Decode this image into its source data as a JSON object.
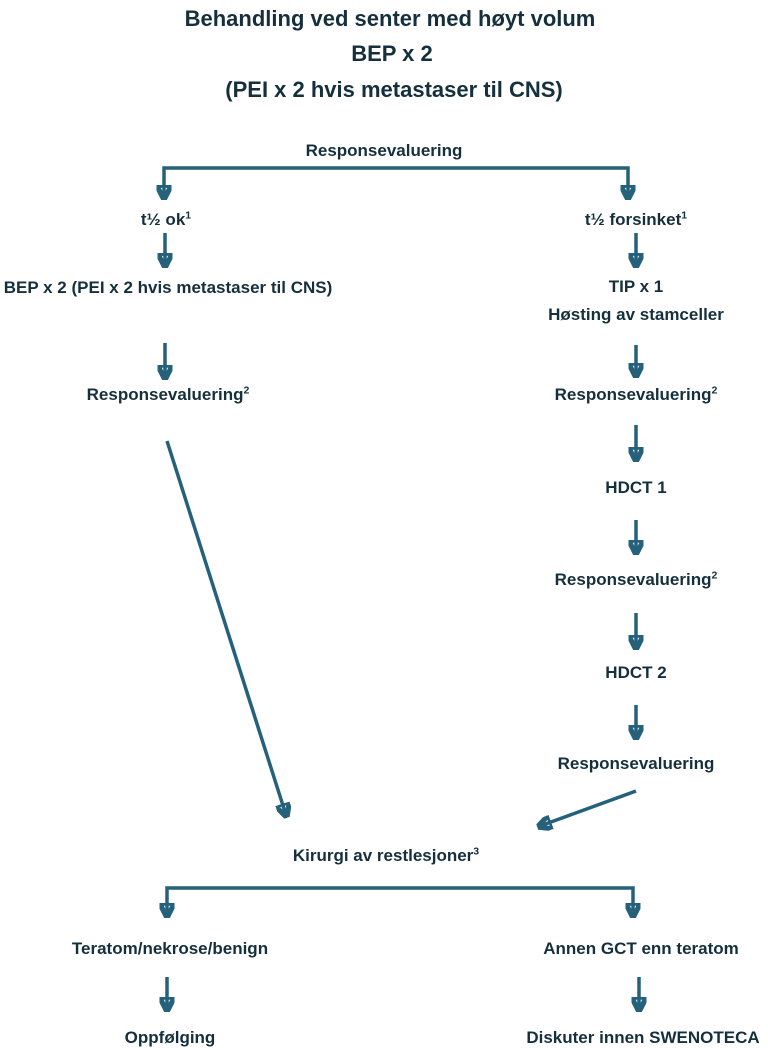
{
  "title": {
    "line1": "Behandling ved senter med høyt volum",
    "line2": "BEP x 2",
    "line3": "(PEI x 2 hvis metastaser til CNS)"
  },
  "flow": {
    "root_evaluation": "Responsevaluering",
    "left_branch": {
      "condition": {
        "text": "t½ ok",
        "sup": "1"
      },
      "treatment": "BEP x 2 (PEI x 2 hvis metastaser til CNS)",
      "evaluation": {
        "text": "Responsevaluering",
        "sup": "2"
      }
    },
    "right_branch": {
      "condition": {
        "text": "t½ forsinket",
        "sup": "1"
      },
      "treatment_line1": "TIP x 1",
      "treatment_line2": "Høsting av stamceller",
      "evaluation_1": {
        "text": "Responsevaluering",
        "sup": "2"
      },
      "hdct_1": "HDCT 1",
      "evaluation_2": {
        "text": "Responsevaluering",
        "sup": "2"
      },
      "hdct_2": "HDCT 2",
      "evaluation_3": {
        "text": "Responsevaluering"
      }
    },
    "surgery": {
      "text": "Kirurgi av restlesjoner",
      "sup": "3"
    },
    "outcomes": {
      "left": {
        "finding": "Teratom/nekrose/benign",
        "action": "Oppfølging"
      },
      "right": {
        "finding": "Annen GCT enn teratom",
        "action": "Diskuter innen SWENOTECA"
      }
    }
  },
  "colors": {
    "text": "#152f3d",
    "arrow": "#26617c",
    "background": "#ffffff"
  }
}
